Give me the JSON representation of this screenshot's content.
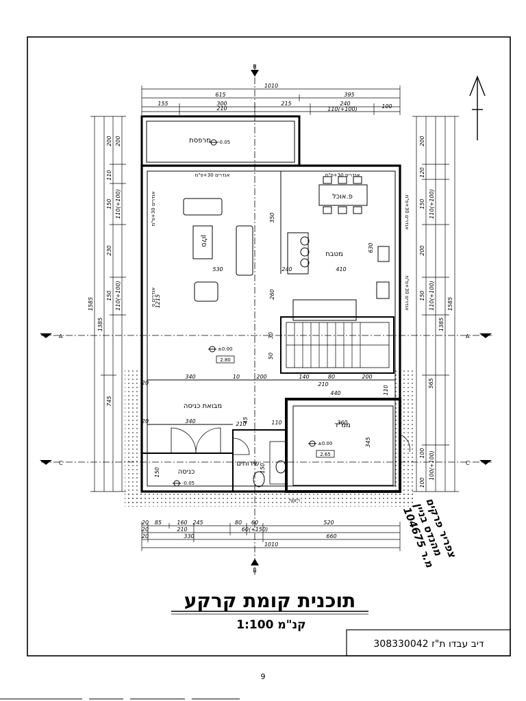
{
  "sheet": {
    "title": "תוכנית קומת קרקע",
    "scale": "קנ\"מ 1:100",
    "author_box": "308330042 דיב עבדו ת\"ז",
    "page_number": "9",
    "section_marker": "B",
    "section_marker_c": "C",
    "section_marker_a": "A"
  },
  "stamp": {
    "name": "צפריר פרקים",
    "title": "מהנדס בניין",
    "registration": "מ.ר 104675"
  },
  "rooms": {
    "balcony": "מרפסת",
    "living": "סלון",
    "dining": "פ.אוכל",
    "kitchen": "מטבח",
    "entrance_hall": "מבואת כניסה",
    "entrance": "כניסה",
    "toilet": "שירותים",
    "safe_room": "ממ\"ד",
    "pavement": "ריצוף"
  },
  "levels": {
    "balcony": "-0.05",
    "floor": "±0.00",
    "ceiling": "2.80",
    "entrance": "-0.05",
    "safe_room": "±0.00",
    "safe_room_ceiling": "2.65"
  },
  "windows": {
    "north_1": "אנדרים 30+פ\"מ",
    "north_2": "אנדרים 30+פ\"מ",
    "west_1": "אנדרים 30+פ\"מ",
    "west_2": "אנדרים ס",
    "east_1": "אנדרים 30+פ\"מ",
    "east_2": "אנדרים 30+פ\"מ"
  },
  "dimensions": {
    "top_total": "1010",
    "top_a": "615",
    "top_b": "395",
    "top_c1": "155",
    "top_c2": "300",
    "top_c3": "215",
    "top_c4": "240",
    "top_c5": "100",
    "top_d1": "210",
    "top_d2": "110(+100)",
    "bottom_total": "1010",
    "bottom_a1": "20",
    "bottom_a2": "85",
    "bottom_a3": "160",
    "bottom_a4": "245",
    "bottom_a5": "80",
    "bottom_a6": "60",
    "bottom_a7": "520",
    "bottom_b1": "20",
    "bottom_b2": "210",
    "bottom_b3": "60(+150)",
    "bottom_c1": "20",
    "bottom_c2": "330",
    "bottom_c3": "660",
    "left_total": "1585",
    "left_a": "1385",
    "left_b": "745",
    "left_c1": "200",
    "left_c2": "110",
    "left_c3": "150",
    "left_c4": "230",
    "left_c5": "150",
    "left_d1": "200",
    "left_d2": "110(+100)",
    "left_d3": "110(+100)",
    "left_d4": "1215",
    "right_total": "1585",
    "right_a": "1385",
    "right_b": "565",
    "right_c1": "200",
    "right_c2": "120",
    "right_c3": "150",
    "right_c4": "200",
    "right_c5": "150",
    "right_c6": "100",
    "right_c7": "100",
    "right_d1": "110(+100)",
    "right_d2": "110(+100)",
    "right_d3": "100(+100)",
    "int_530": "530",
    "int_410": "410",
    "int_340a": "340",
    "int_10": "10",
    "int_200a": "200",
    "int_140": "140",
    "int_80": "80",
    "int_200b": "200",
    "int_210": "210",
    "int_440": "440",
    "int_340b": "340",
    "int_210b": "210",
    "int_45": "45",
    "int_110": "110",
    "int_360": "360",
    "int_350": "350",
    "int_260": "260",
    "int_240": "240",
    "int_630": "630",
    "int_20a": "20",
    "int_50": "50",
    "int_30": "30",
    "int_20b": "20",
    "int_345": "345",
    "int_150": "150",
    "int_110b": "110",
    "int_150b": "150"
  }
}
